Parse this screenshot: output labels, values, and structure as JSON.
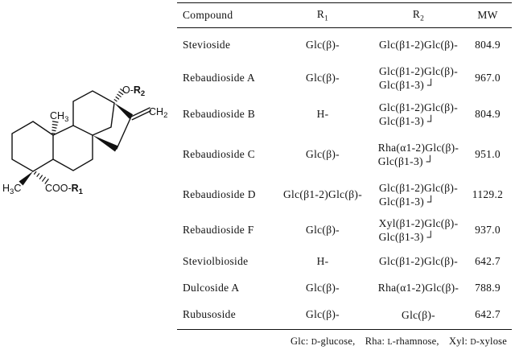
{
  "structure": {
    "labels": {
      "ch3": {
        "main": "CH",
        "sub": "3"
      },
      "or2": {
        "o": "O-",
        "r": "R",
        "sub": "2"
      },
      "ch2": {
        "main": "CH",
        "sub": "2"
      },
      "h3c": {
        "h": "H",
        "sub": "3",
        "c": "C"
      },
      "coor1": {
        "main": "COO-",
        "r": "R",
        "sub": "1"
      }
    }
  },
  "table": {
    "headers": {
      "compound": "Compound",
      "r1": {
        "main": "R",
        "sub": "1"
      },
      "r2": {
        "main": "R",
        "sub": "2"
      },
      "mw": "MW"
    },
    "rows": [
      {
        "compound": "Stevioside",
        "r1": "Glc(β)-",
        "r2_line1": "Glc(β1-2)Glc(β)-",
        "r2_line2": "",
        "mw": "804.9"
      },
      {
        "compound": "Rebaudioside A",
        "r1": "Glc(β)-",
        "r2_line1": "Glc(β1-2)Glc(β)-",
        "r2_line2": "Glc(β1-3) ┘",
        "mw": "967.0"
      },
      {
        "compound": "Rebaudioside B",
        "r1": "H-",
        "r2_line1": "Glc(β1-2)Glc(β)-",
        "r2_line2": "Glc(β1-3) ┘",
        "mw": "804.9"
      },
      {
        "compound": "Rebaudioside C",
        "r1": "Glc(β)-",
        "r2_line1": "Rha(α1-2)Glc(β)-",
        "r2_line2": "Glc(β1-3) ┘",
        "mw": "951.0"
      },
      {
        "compound": "Rebaudioside D",
        "r1": "Glc(β1-2)Glc(β)-",
        "r2_line1": "Glc(β1-2)Glc(β)-",
        "r2_line2": "Glc(β1-3) ┘",
        "mw": "1129.2"
      },
      {
        "compound": "Rebaudioside F",
        "r1": "Glc(β)-",
        "r2_line1": "Xyl(β1-2)Glc(β)-",
        "r2_line2": "Glc(β1-3) ┘",
        "mw": "937.0"
      },
      {
        "compound": "Steviolbioside",
        "r1": "H-",
        "r2_line1": "Glc(β1-2)Glc(β)-",
        "r2_line2": "",
        "mw": "642.7"
      },
      {
        "compound": "Dulcoside A",
        "r1": "Glc(β)-",
        "r2_line1": "Rha(α1-2)Glc(β)-",
        "r2_line2": "",
        "mw": "788.9"
      },
      {
        "compound": "Rubusoside",
        "r1": "Glc(β)-",
        "r2_line1": "Glc(β)-",
        "r2_line2": "",
        "mw": "642.7"
      }
    ],
    "footnote": {
      "items": [
        {
          "abbr": "Glc:",
          "prefix": "D",
          "name": "-glucose,"
        },
        {
          "abbr": "Rha:",
          "prefix": "L",
          "name": "-rhamnose,"
        },
        {
          "abbr": "Xyl:",
          "prefix": "D",
          "name": "-xylose"
        }
      ]
    }
  },
  "colors": {
    "background": "#ffffff",
    "text": "#111111",
    "rule": "#111111"
  }
}
